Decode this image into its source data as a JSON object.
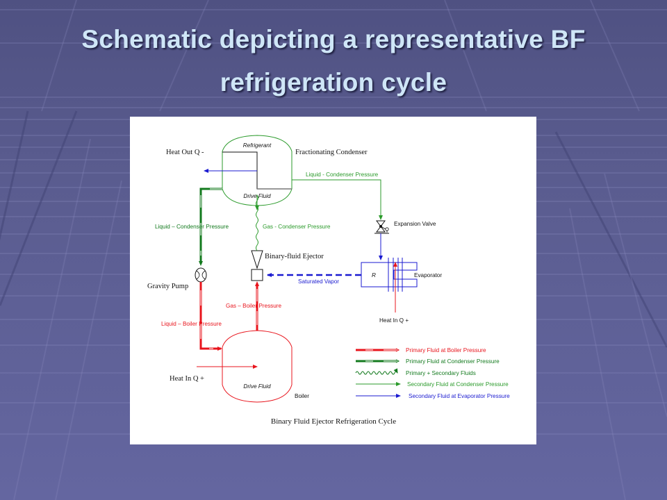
{
  "slide": {
    "title_line1": "Schematic depicting a representative BF",
    "title_line2": "refrigeration cycle"
  },
  "diagram": {
    "caption": "Binary Fluid Ejector Refrigeration Cycle",
    "components": {
      "condenser": {
        "label": "Fractionating Condenser",
        "top_label": "Refrigerant",
        "bottom_label": "Drive Fluid"
      },
      "boiler": {
        "label": "Boiler",
        "inner_label": "Drive Fluid"
      },
      "ejector": {
        "label": "Binary-fluid Ejector"
      },
      "pump": {
        "label": "Gravity Pump"
      },
      "valve": {
        "label": "Expansion Valve"
      },
      "evaporator": {
        "label": "Evaporator",
        "inner_label": "R"
      }
    },
    "heat_labels": {
      "condenser_out": "Heat Out Q -",
      "boiler_in": "Heat In Q +",
      "evaporator_in": "Heat In Q +"
    },
    "stream_labels": {
      "liquid_condenser_right": "Liquid  - Condenser Pressure",
      "liquid_condenser_left": "Liquid – Condenser Pressure",
      "gas_condenser": "Gas  - Condenser Pressure",
      "saturated_vapor": "Saturated Vapor",
      "gas_boiler": "Gas – Boiler Pressure",
      "liquid_boiler": "Liquid – Boiler Pressure"
    },
    "legend": [
      {
        "label": "Primary Fluid at Boiler Pressure",
        "color": "#e8141c",
        "style": "double-thick"
      },
      {
        "label": "Primary Fluid at Condenser Pressure",
        "color": "#137a1e",
        "style": "double-thick"
      },
      {
        "label": "Primary + Secondary Fluids",
        "color": "#137a1e",
        "style": "wavy"
      },
      {
        "label": "Secondary Fluid at Condenser Pressure",
        "color": "#2a9a2a",
        "style": "thin-arrow"
      },
      {
        "label": "Secondary Fluid at Evaporator Pressure",
        "color": "#1a1ad0",
        "style": "thin-arrow"
      }
    ],
    "colors": {
      "red": "#e8141c",
      "green_dark": "#137a1e",
      "green": "#2a9a2a",
      "blue": "#1a1ad0",
      "title": "#cfe6f7"
    }
  }
}
